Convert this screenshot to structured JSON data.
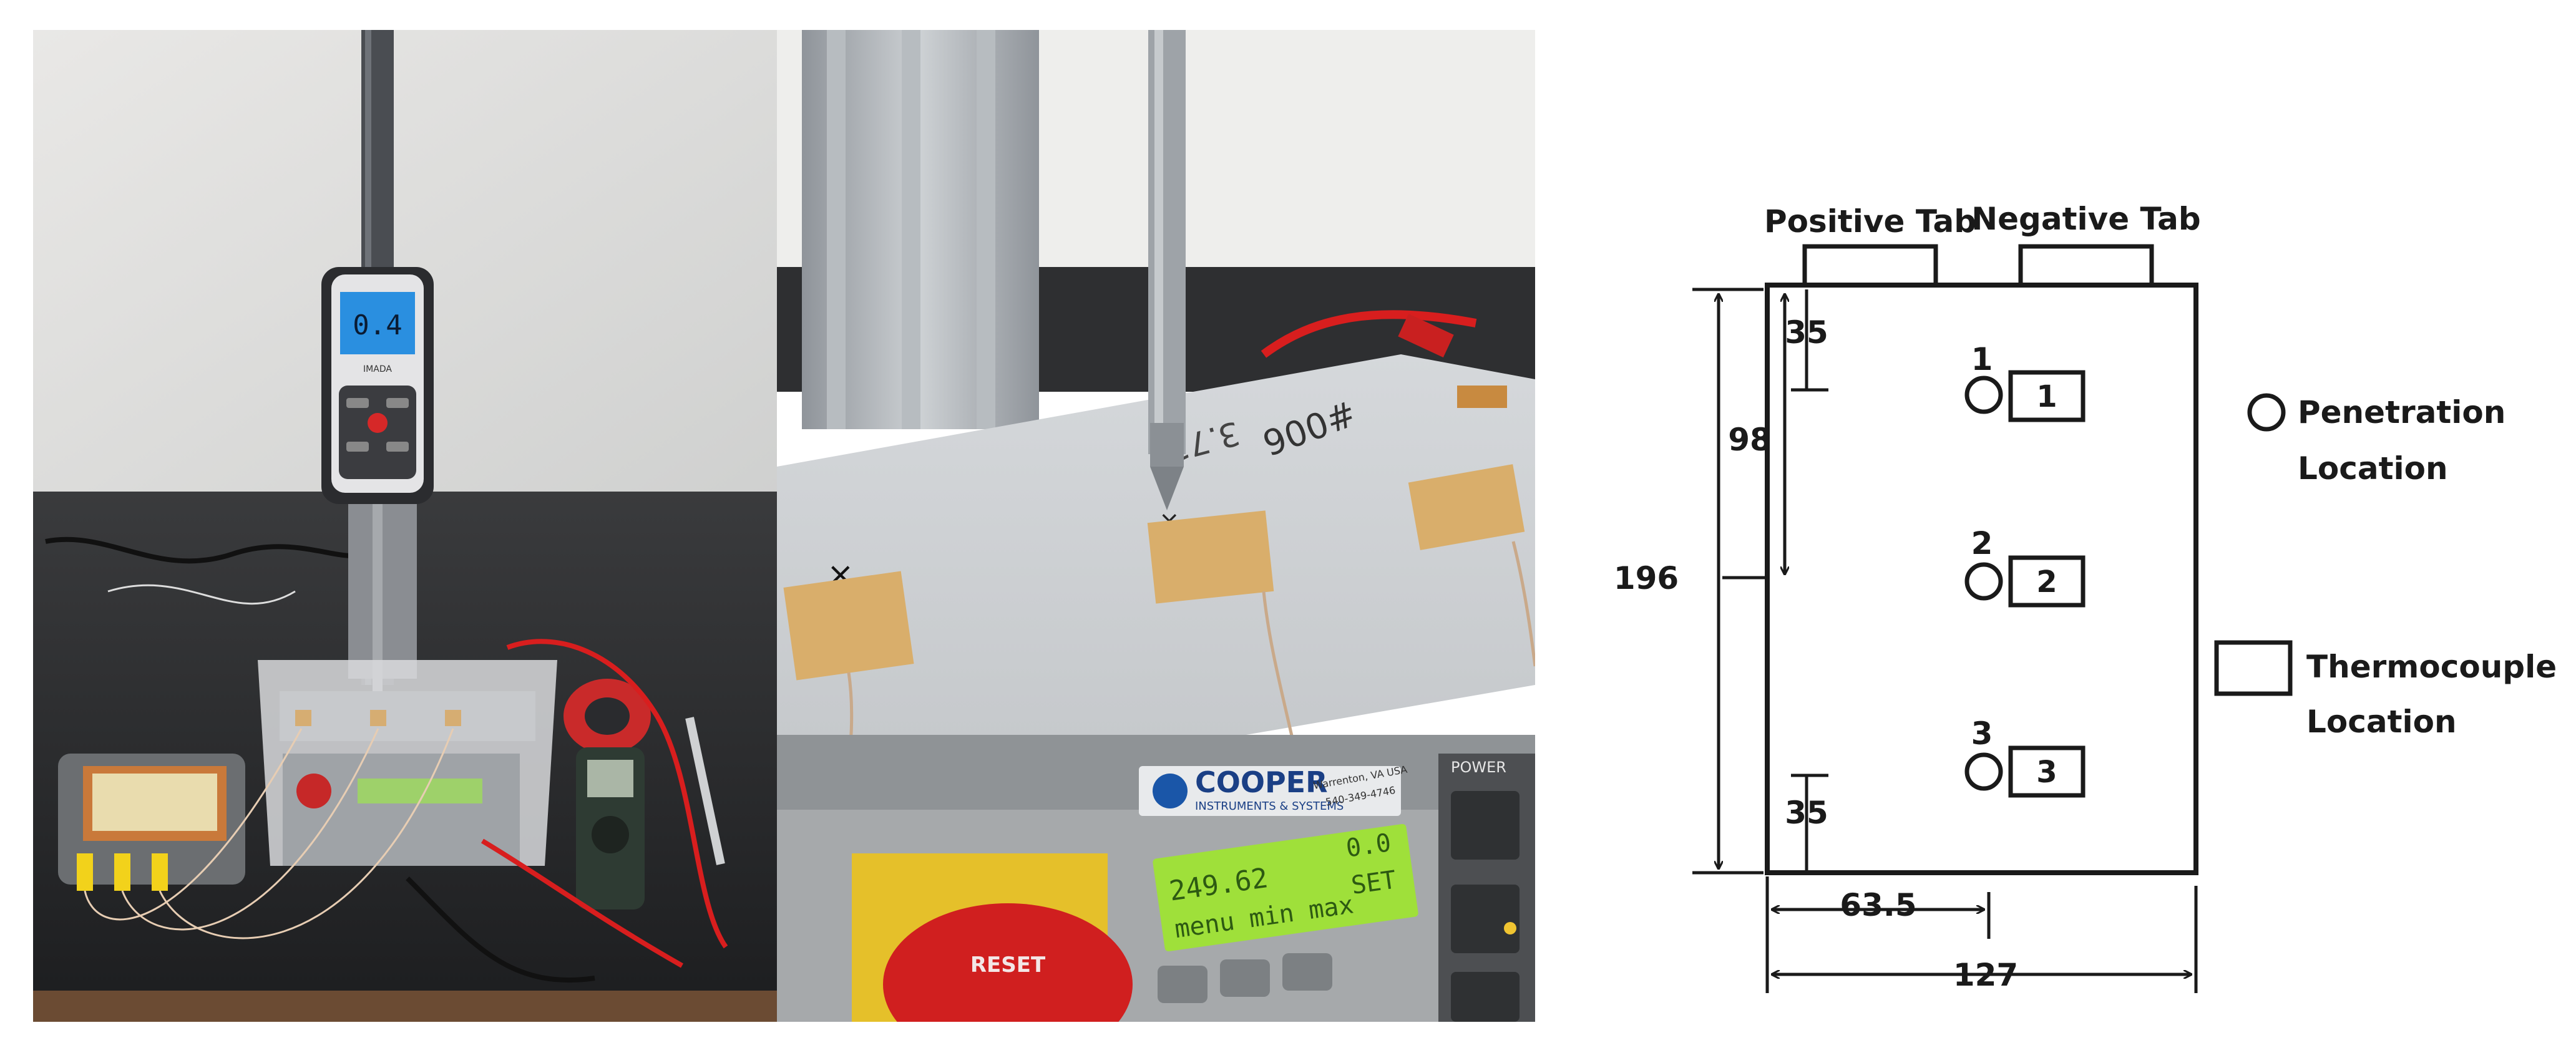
{
  "photos": {
    "left": {
      "force_gauge_reading": "0.4",
      "force_gauge_brand": "IMADA"
    },
    "right": {
      "cell_marking_number": "#006",
      "cell_marking_voltage": "3.71V",
      "tester_brand": "COOPER",
      "tester_brand_sub": "INSTRUMENTS & SYSTEMS",
      "tester_contact_line1": "Warrenton, VA USA",
      "tester_contact_line2": "540-349-4746",
      "tester_lcd_line1": "249.62",
      "tester_lcd_line1_right": "0.0",
      "tester_lcd_line2": "menu min max",
      "tester_lcd_line2_right": "SET",
      "reset_button_label": "RESET",
      "power_label": "POWER"
    }
  },
  "diagram": {
    "positive_tab": "Positive Tab",
    "negative_tab": "Negative Tab",
    "dim_top": "35",
    "dim_middle": "98",
    "dim_total_height": "196",
    "dim_bottom": "35",
    "dim_half_width": "63.5",
    "dim_total_width": "127",
    "points": [
      {
        "number": "1",
        "box": "1"
      },
      {
        "number": "2",
        "box": "2"
      },
      {
        "number": "3",
        "box": "3"
      }
    ],
    "legend": {
      "penetration_line1": "Penetration",
      "penetration_line2": "Location",
      "thermocouple_line1": "Thermocouple",
      "thermocouple_line2": "Location"
    }
  }
}
